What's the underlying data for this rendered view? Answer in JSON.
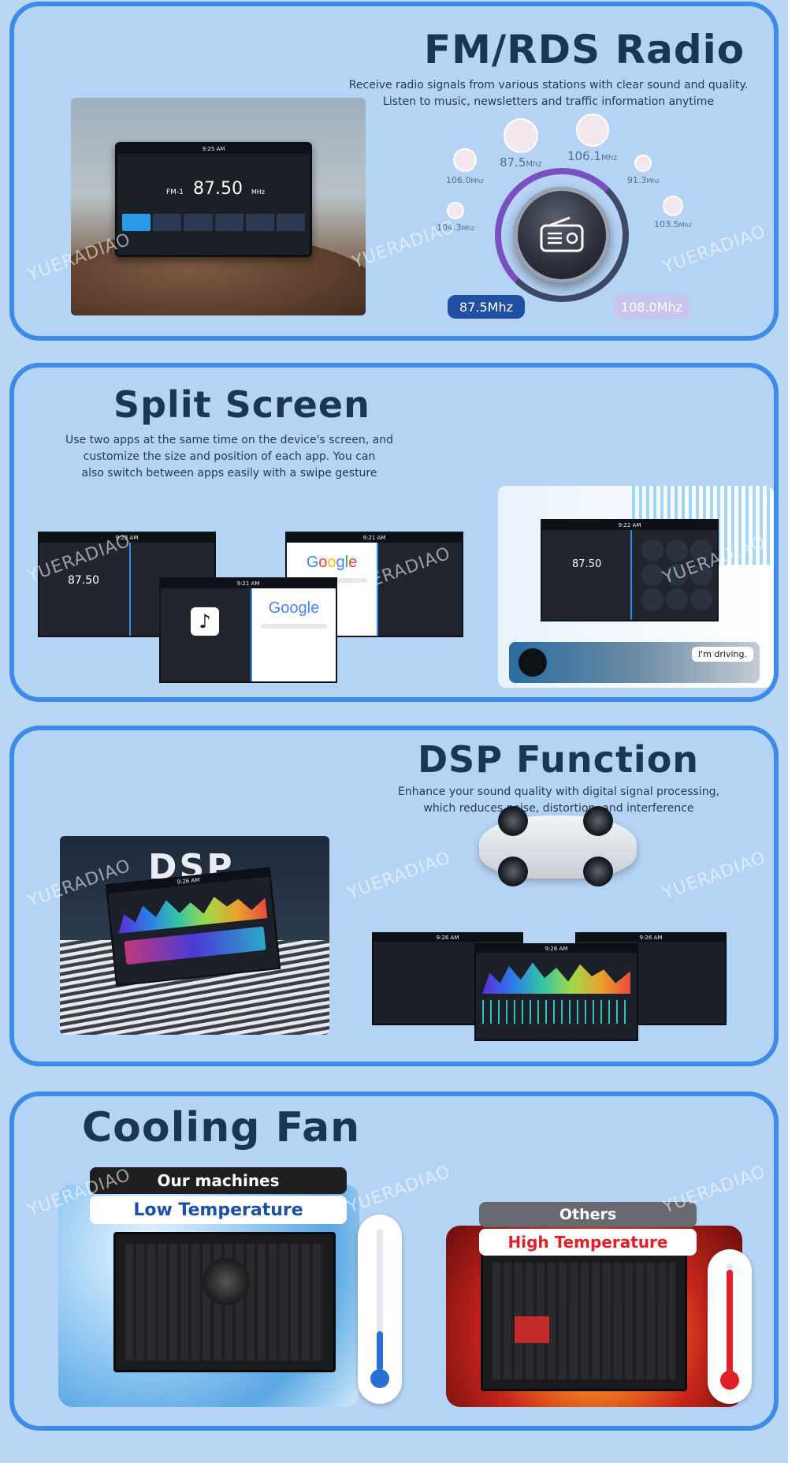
{
  "watermark": "YUERADIAO",
  "fm": {
    "title": "FM/RDS Radio",
    "desc_line1": "Receive radio signals from various stations with clear sound and quality.",
    "desc_line2": "Listen to music, newsletters and traffic information anytime",
    "screen_time": "9:25 AM",
    "screen_band": "FM-1",
    "screen_freq": "87.50",
    "screen_unit": "MHz",
    "stations": [
      {
        "freq": "87.5",
        "unit": "Mhz"
      },
      {
        "freq": "106.1",
        "unit": "Mhz"
      },
      {
        "freq": "106.0",
        "unit": "Mhz"
      },
      {
        "freq": "91.3",
        "unit": "Mhz"
      },
      {
        "freq": "104.3",
        "unit": "Mhz"
      },
      {
        "freq": "103.5",
        "unit": "Mhz"
      }
    ],
    "badge_left": "87.5Mhz",
    "badge_right": "108.0Mhz",
    "accent": "#7b4fc4"
  },
  "split": {
    "title": "Split Screen",
    "desc_line1": "Use two apps at the same time on the device's screen, and",
    "desc_line2": "customize the size and position of each app. You can",
    "desc_line3": "also switch between apps easily with a swipe gesture",
    "screen_time_1": "9:22 AM",
    "screen_time_2": "9:21 AM",
    "screen_time_3": "9:21 AM",
    "screen_time_4": "9:22 AM",
    "freq_1": "87.50",
    "freq_2": "87.50",
    "google": "Google",
    "driving_text": "I'm driving.",
    "divider_color": "#2f8fe8"
  },
  "dsp": {
    "title": "DSP Function",
    "desc_line1": "Enhance your sound quality with digital signal processing,",
    "desc_line2": "which reduces noise, distortion, and interference",
    "photo_label": "DSP",
    "screen_time": "9:26 AM",
    "screen_time_2": "9:26 AM",
    "screen_time_3": "9:26 AM",
    "screen_time_4": "9:26 AM"
  },
  "fan": {
    "title": "Cooling Fan",
    "ours_label": "Our machines",
    "ours_temp": "Low Temperature",
    "others_label": "Others",
    "others_temp": "High Temperature",
    "cool_color": "#2a6fd6",
    "hot_color": "#e01f26"
  }
}
